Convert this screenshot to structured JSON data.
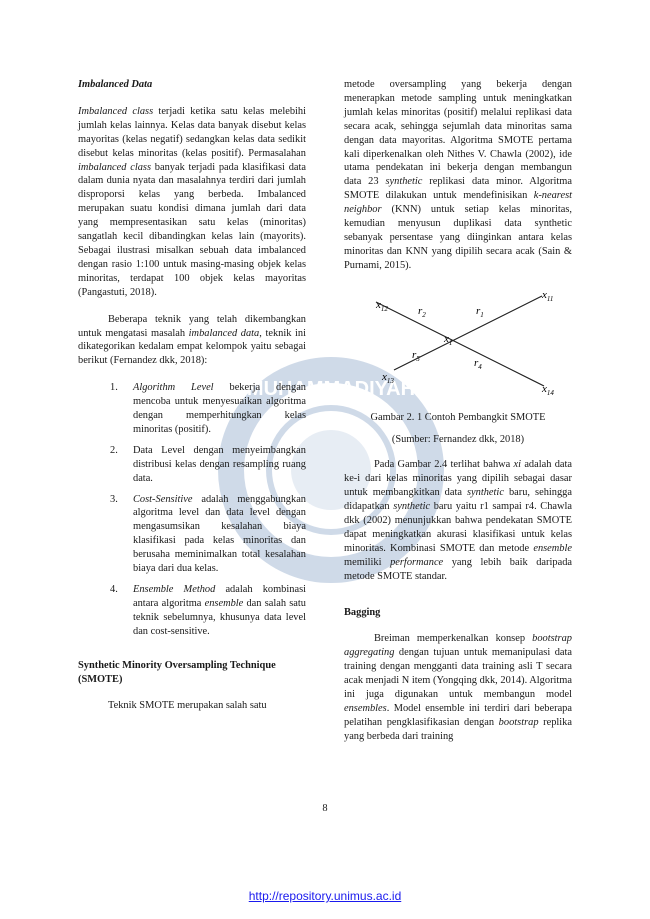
{
  "left": {
    "heading_imbalanced": "Imbalanced Data",
    "p1_i1": "Imbalanced class",
    "p1_t1": " terjadi ketika satu kelas melebihi jumlah kelas lainnya. Kelas data banyak disebut kelas mayoritas (kelas negatif) sedangkan kelas data sedikit disebut kelas minoritas (kelas positif). Permasalahan ",
    "p1_i2": "imbalanced class",
    "p1_t2": " banyak terjadi pada klasifikasi data dalam dunia nyata dan masalahnya terdiri dari jumlah disproporsi kelas yang berbeda. Imbalanced merupakan suatu kondisi dimana jumlah dari data yang mempresentasikan satu kelas (minoritas) sangatlah kecil dibandingkan kelas lain (mayorits). Sebagai ilustrasi misalkan sebuah data imbalanced dengan rasio 1:100 untuk masing-masing objek kelas minoritas, terdapat 100 objek kelas mayoritas (Pangastuti, 2018).",
    "p2_t1": "Beberapa teknik yang telah dikembangkan untuk mengatasi masalah ",
    "p2_i1": "imbalanced data",
    "p2_t2": ", teknik ini dikategorikan kedalam empat kelompok yaitu sebagai berikut (Fernandez dkk, 2018):",
    "list": [
      {
        "num": "1.",
        "italic": "Algorithm Level",
        "text": " bekerja dengan mencoba untuk menyesuaikan algoritma dengan memperhitungkan kelas minoritas (positif)."
      },
      {
        "num": "2.",
        "italic": "",
        "text": "Data Level dengan menyeimbangkan distribusi kelas dengan resampling ruang data."
      },
      {
        "num": "3.",
        "italic": "Cost-Sensitive",
        "text": " adalah menggabungkan algoritma level dan data level dengan mengasumsikan kesalahan biaya klasifikasi pada kelas minoritas dan berusaha meminimalkan total kesalahan biaya dari dua kelas."
      },
      {
        "num": "4.",
        "italic": "Ensemble Method",
        "text": " adalah kombinasi antara algoritma ",
        "italic2": "ensemble",
        "text2": " dan salah satu teknik sebelumnya, khusunya data level dan cost-sensitive."
      }
    ],
    "heading_smote": "Synthetic Minority Oversampling Technique (SMOTE)",
    "p3": "Teknik SMOTE merupakan salah satu"
  },
  "right": {
    "p1_t1": "metode oversampling yang bekerja dengan menerapkan metode sampling untuk meningkatkan jumlah kelas minoritas (positif) melalui replikasi data secara acak, sehingga sejumlah data minoritas sama dengan data mayoritas. Algoritma SMOTE pertama kali diperkenalkan oleh Nithes V. Chawla (2002), ide utama pendekatan ini bekerja dengan membangun data 23 ",
    "p1_i1": "synthetic",
    "p1_t2": " replikasi data minor. Algoritma SMOTE dilakukan untuk mendefinisikan ",
    "p1_i2": "k-nearest neighbor",
    "p1_t3": " (KNN) untuk setiap kelas minoritas, kemudian menyusun duplikasi data synthetic sebanyak persentase yang diinginkan antara kelas minoritas dan KNN yang dipilih secara acak (Sain & Purnami, 2015).",
    "figure_labels": {
      "x11": "x",
      "x11_sub": "11",
      "x12": "x",
      "x12_sub": "12",
      "x1": "x",
      "x1_sub": "1",
      "x13": "x",
      "x13_sub": "13",
      "x14": "x",
      "x14_sub": "14",
      "r1": "r",
      "r1_sub": "1",
      "r2": "r",
      "r2_sub": "2",
      "r4": "r",
      "r4_sub": "4",
      "r5": "r",
      "r5_sub": "5"
    },
    "caption": "Gambar 2. 1 Contoh Pembangkit SMOTE",
    "source": "(Sumber: Fernandez dkk, 2018)",
    "p2_t1": "Pada Gambar 2.4 terlihat bahwa ",
    "p2_i1": "xi",
    "p2_t2": " adalah data ke-i dari kelas minoritas yang dipilih sebagai dasar untuk membangkitkan data ",
    "p2_i2": "synthetic",
    "p2_t3": " baru, sehingga didapatkan ",
    "p2_i3": "synthetic",
    "p2_t4": " baru yaitu r1 sampai r4. Chawla dkk (2002) menunjukkan bahwa pendekatan SMOTE dapat meningkatkan akurasi klasifikasi untuk kelas minoritas. Kombinasi SMOTE dan metode ",
    "p2_i4": "ensemble",
    "p2_t5": " memiliki ",
    "p2_i5": "performance",
    "p2_t6": " yang lebih baik daripada metode SMOTE standar.",
    "heading_bagging": "Bagging",
    "p3_t1": "Breiman memperkenalkan konsep ",
    "p3_i1": "bootstrap aggregating",
    "p3_t2": " dengan tujuan untuk memanipulasi data training dengan mengganti data training asli T secara acak menjadi N item (Yongqing dkk, 2014). Algoritma ini juga digunakan untuk membangun model ",
    "p3_i2": "ensembles",
    "p3_t3": ". Model ensemble ini terdiri dari beberapa pelatihan pengklasifikasian dengan ",
    "p3_i3": "bootstrap",
    "p3_t4": " replika yang berbeda dari training"
  },
  "page_number": "8",
  "watermark_text": "MUHAMMADIYAH",
  "footer_link": "http://repository.unimus.ac.id",
  "colors": {
    "link": "#1a1aee",
    "watermark": "#2a5a9a"
  }
}
